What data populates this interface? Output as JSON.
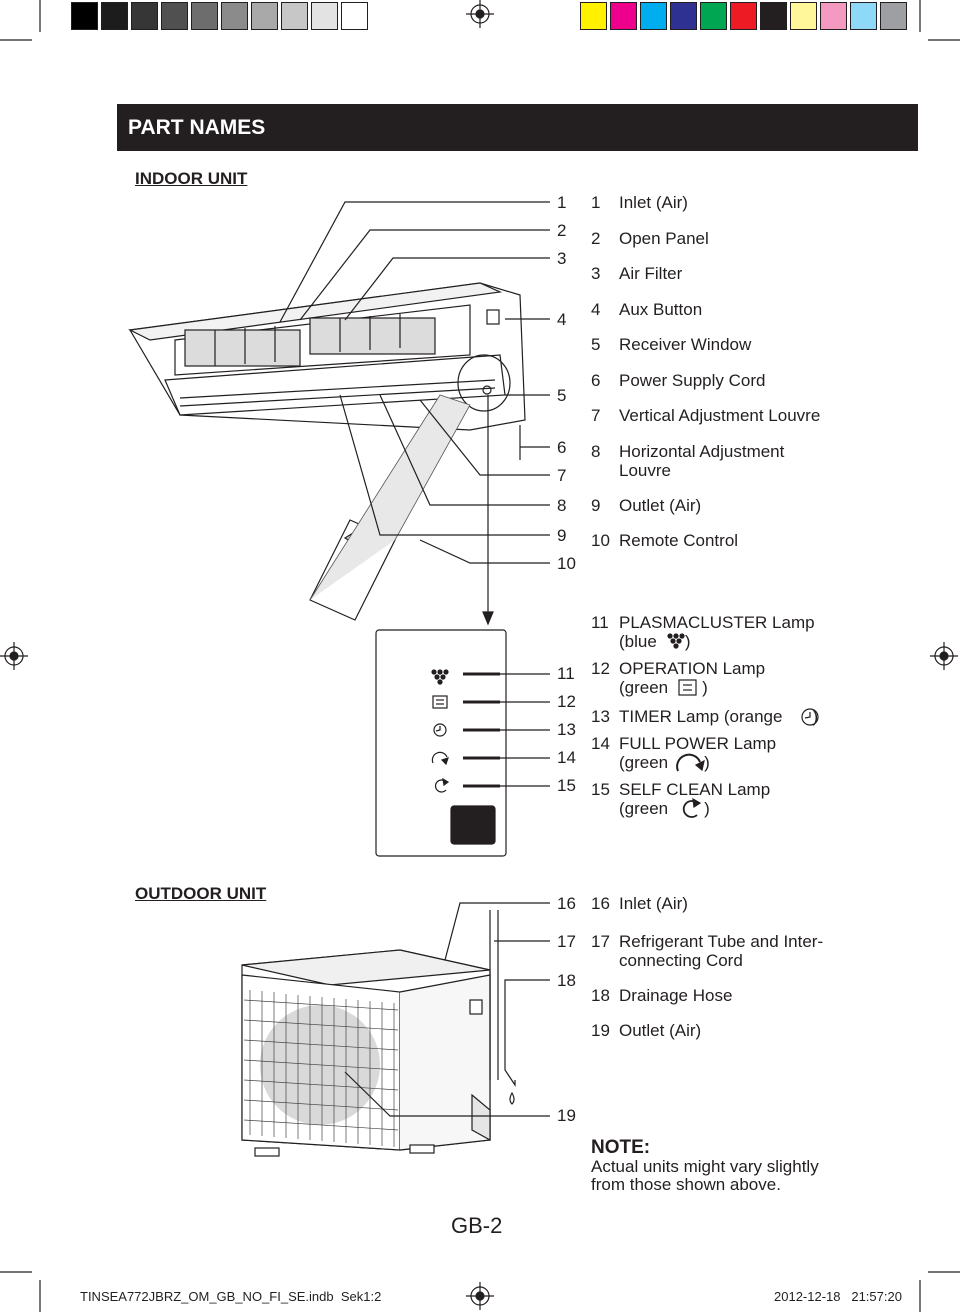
{
  "color_bar": {
    "gray_swatches": [
      "#000000",
      "#1c1c1c",
      "#363636",
      "#505050",
      "#6d6d6d",
      "#8b8b8b",
      "#a9a9a9",
      "#c7c7c7",
      "#e3e3e3",
      "#ffffff"
    ],
    "color_swatches": [
      "#fff100",
      "#ec008c",
      "#00aeef",
      "#2e3192",
      "#00a651",
      "#ed1c24",
      "#231f20",
      "#fff799",
      "#f49ac1",
      "#8ed8f8",
      "#9d9fa2"
    ]
  },
  "header": {
    "title": "PART NAMES"
  },
  "indoor": {
    "heading": "INDOOR UNIT",
    "callouts": [
      "1",
      "2",
      "3",
      "4",
      "5",
      "6",
      "7",
      "8",
      "9",
      "10"
    ],
    "items": [
      {
        "n": "1",
        "label": "Inlet (Air)"
      },
      {
        "n": "2",
        "label": "Open Panel"
      },
      {
        "n": "3",
        "label": "Air Filter"
      },
      {
        "n": "4",
        "label": "Aux Button"
      },
      {
        "n": "5",
        "label": "Receiver Window"
      },
      {
        "n": "6",
        "label": "Power Supply Cord"
      },
      {
        "n": "7",
        "label": "Vertical Adjustment Louvre"
      },
      {
        "n": "8",
        "label": "Horizontal Adjustment",
        "label2": "Louvre"
      },
      {
        "n": "9",
        "label": "Outlet (Air)"
      },
      {
        "n": "10",
        "label": "Remote Control"
      }
    ]
  },
  "lamps": {
    "callouts": [
      "11",
      "12",
      "13",
      "14",
      "15"
    ],
    "items": [
      {
        "n": "11",
        "label": "PLASMACLUSTER Lamp",
        "label2a": "(blue",
        "label2b": ")"
      },
      {
        "n": "12",
        "label": "OPERATION Lamp",
        "label2a": "(green",
        "label2b": ")"
      },
      {
        "n": "13",
        "label": "TIMER Lamp (orange",
        "label2b": ")"
      },
      {
        "n": "14",
        "label": "FULL POWER Lamp",
        "label2a": "(green",
        "label2b": ")"
      },
      {
        "n": "15",
        "label": "SELF CLEAN Lamp",
        "label2a": "(green",
        "label2b": ")"
      }
    ],
    "icons": [
      "plasmacluster-icon",
      "operation-icon",
      "timer-icon",
      "full-power-icon",
      "self-clean-icon"
    ]
  },
  "outdoor": {
    "heading": "OUTDOOR UNIT",
    "callouts": [
      "16",
      "17",
      "18",
      "19"
    ],
    "items": [
      {
        "n": "16",
        "label": "Inlet (Air)"
      },
      {
        "n": "17",
        "label": "Refrigerant Tube and Inter-",
        "label2": "connecting Cord"
      },
      {
        "n": "18",
        "label": "Drainage Hose"
      },
      {
        "n": "19",
        "label": "Outlet (Air)"
      }
    ]
  },
  "note": {
    "title": "NOTE:",
    "line1": "Actual units might vary slightly",
    "line2": "from those shown above."
  },
  "page_number": "GB-2",
  "footer": {
    "file": "TINSEA772JBRZ_OM_GB_NO_FI_SE.indb",
    "sheet": "Sek1:2",
    "date": "2012-12-18",
    "time": "21:57:20"
  }
}
